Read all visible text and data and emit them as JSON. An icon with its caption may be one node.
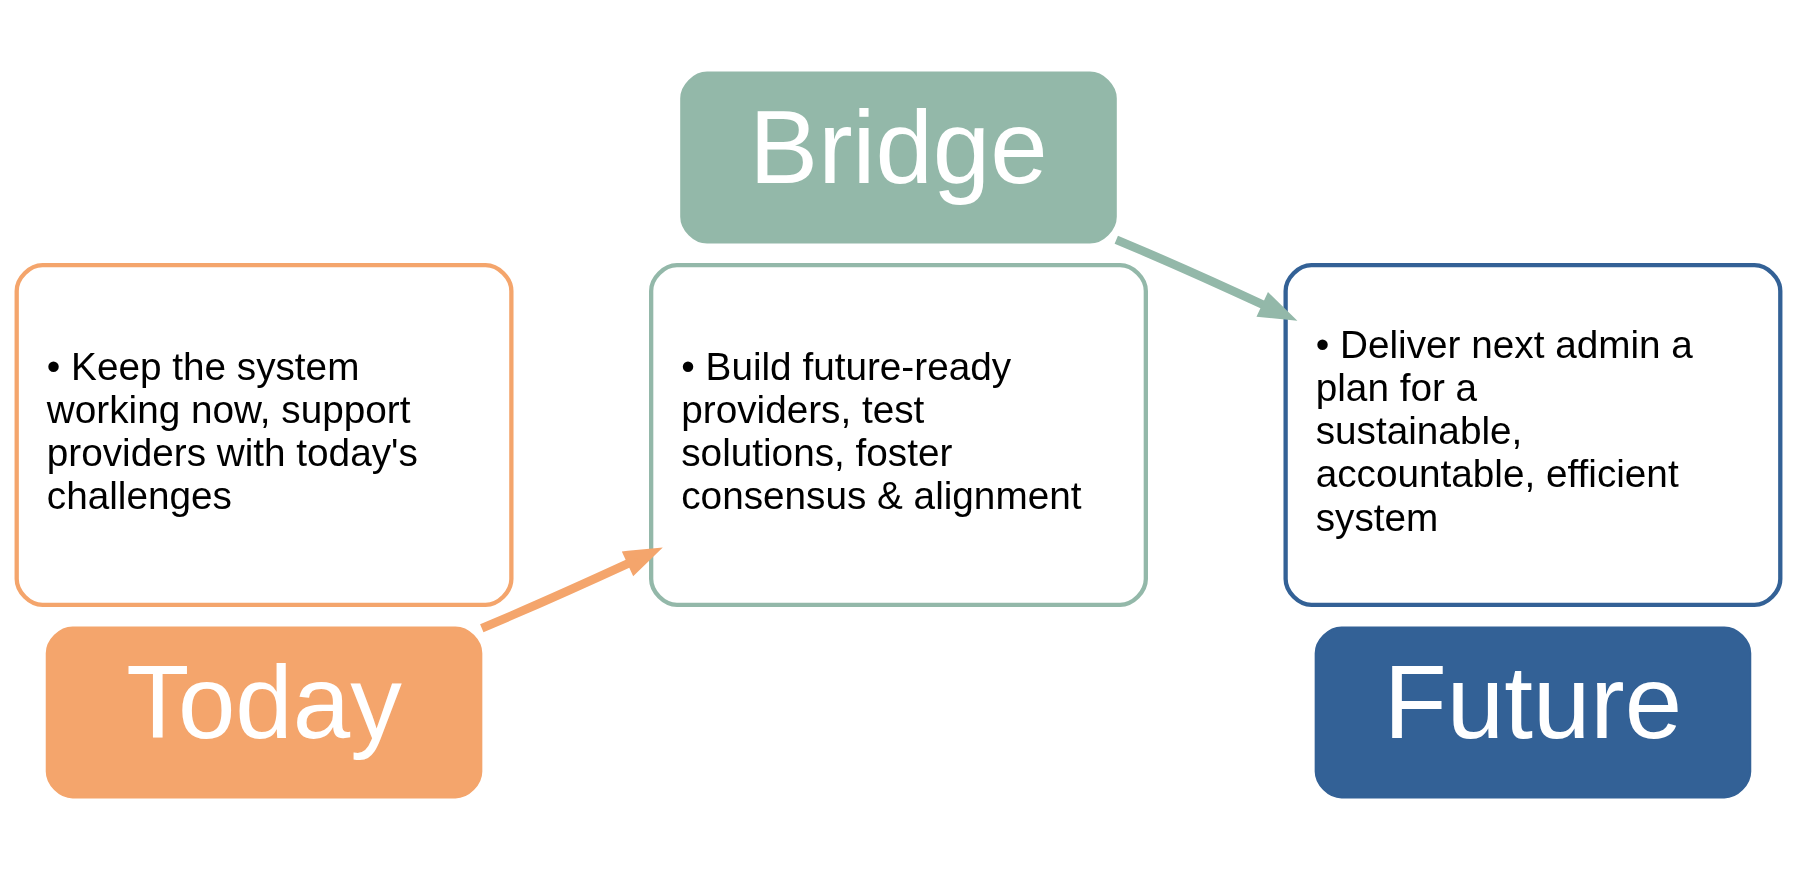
{
  "diagram": {
    "nodes": [
      {
        "text": [
          "• Keep the system working now, support providers with today's challenges"
        ]
      },
      {
        "text": [
          "Today"
        ]
      },
      {
        "text": [
          "• Build future-ready providers, test solutions, foster consensus & alignment"
        ]
      },
      {
        "text": [
          "Bridge"
        ]
      },
      {
        "text": [
          "• Deliver next admin a plan for a sustainable, accountable, efficient system"
        ]
      },
      {
        "text": [
          "Future"
        ]
      }
    ],
    "edges": [
      {
        "from": 1,
        "to": 2,
        "arrow": "to",
        "color": "#f4a56c"
      },
      {
        "from": 3,
        "to": 4,
        "arrow": "to",
        "color": "#93b8a9"
      }
    ]
  }
}
